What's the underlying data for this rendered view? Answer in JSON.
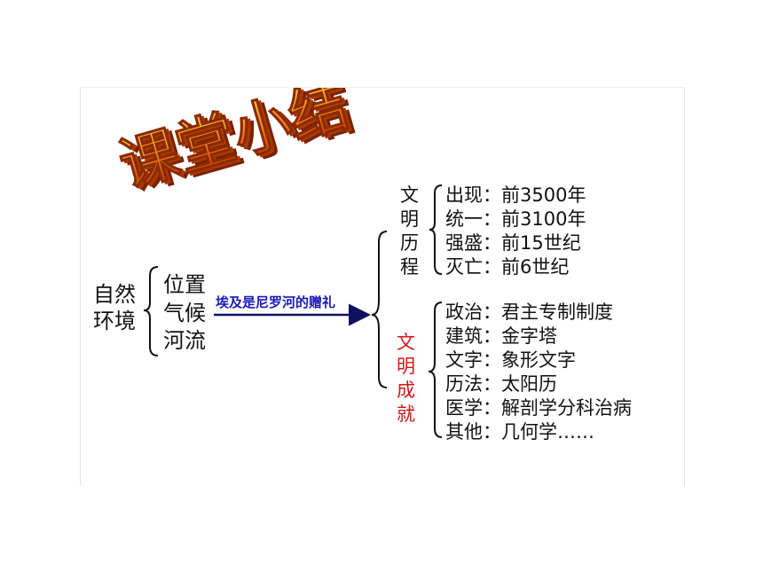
{
  "title": "课堂小结",
  "colors": {
    "title_gradient_top": "#ffd23a",
    "title_gradient_mid": "#f07810",
    "title_gradient_bottom": "#c02800",
    "title_shadow": "#7a2000",
    "arrow": "#101060",
    "arrow_label": "#1a1ab8",
    "achievements_heading": "#d01818",
    "text": "#111111"
  },
  "natural_environment": {
    "label_line1": "自然",
    "label_line2": "环境",
    "items": [
      "位置",
      "气候",
      "河流"
    ]
  },
  "arrow_label": "埃及是尼罗河的赠礼",
  "history": {
    "heading_chars": [
      "文",
      "明",
      "历",
      "程"
    ],
    "items": [
      "出现：前3500年",
      "统一：前3100年",
      "强盛：前15世纪",
      "灭亡：前6世纪"
    ]
  },
  "achievements": {
    "heading_chars": [
      "文",
      "明",
      "成",
      "就"
    ],
    "items": [
      "政治：君主专制制度",
      "建筑：金字塔",
      "文字：象形文字",
      "历法：太阳历",
      "医学：解剖学分科治病",
      "其他：几何学……"
    ]
  }
}
